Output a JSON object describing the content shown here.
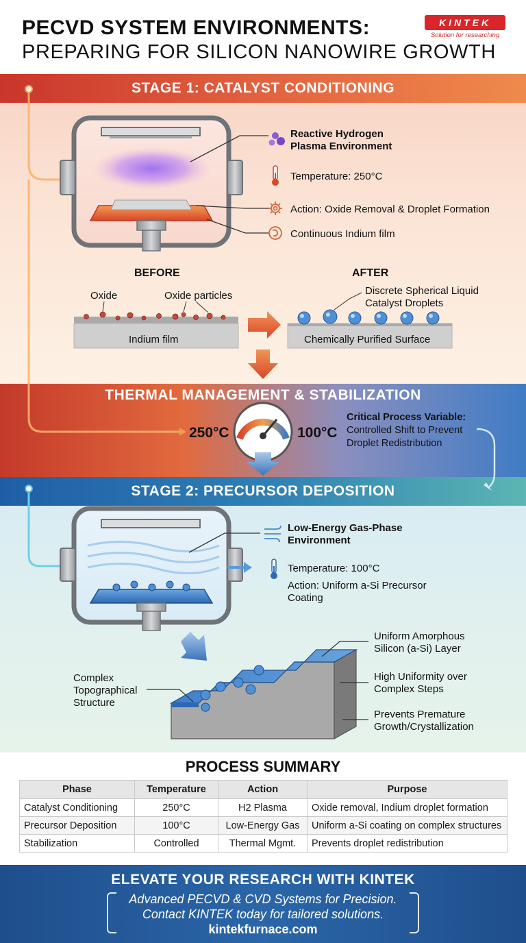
{
  "header": {
    "title_line1": "PECVD SYSTEM ENVIRONMENTS:",
    "title_line2": "PREPARING FOR SILICON NANOWIRE GROWTH",
    "logo_text": "KINTEK",
    "logo_tagline": "Solution for researching"
  },
  "stage1": {
    "banner": "STAGE 1: CATALYST CONDITIONING",
    "labels": {
      "plasma_line1": "Reactive Hydrogen",
      "plasma_line2": "Plasma Environment",
      "temperature": "Temperature: 250°C",
      "action": "Action: Oxide Removal & Droplet Formation",
      "film": "Continuous Indium film"
    },
    "before": {
      "heading": "BEFORE",
      "oxide": "Oxide",
      "oxide_particles": "Oxide particles",
      "film": "Indium film"
    },
    "after": {
      "heading": "AFTER",
      "droplets_line1": "Discrete Spherical Liquid",
      "droplets_line2": "Catalyst Droplets",
      "surface": "Chemically Purified Surface"
    }
  },
  "thermal": {
    "title": "THERMAL MANAGEMENT & STABILIZATION",
    "temp_from": "250°C",
    "temp_to": "100°C",
    "critical_label": "Critical Process Variable:",
    "critical_line2": "Controlled Shift to Prevent",
    "critical_line3": "Droplet Redistribution"
  },
  "stage2": {
    "banner": "STAGE 2: PRECURSOR DEPOSITION",
    "labels": {
      "gas_line1": "Low-Energy Gas-Phase",
      "gas_line2": "Environment",
      "temperature": "Temperature: 100°C",
      "action_line1": "Action: Uniform a-Si Precursor",
      "action_line2": "Coating",
      "layer_line1": "Uniform Amorphous",
      "layer_line2": "Silicon (a-Si) Layer",
      "uniformity_line1": "High Uniformity over",
      "uniformity_line2": "Complex Steps",
      "prevents_line1": "Prevents Premature",
      "prevents_line2": "Growth/Crystallization",
      "topo_line1": "Complex",
      "topo_line2": "Topographical",
      "topo_line3": "Structure"
    }
  },
  "summary": {
    "title": "PROCESS SUMMARY",
    "columns": [
      "Phase",
      "Temperature",
      "Action",
      "Purpose"
    ],
    "rows": [
      [
        "Catalyst Conditioning",
        "250°C",
        "H2 Plasma",
        "Oxide removal, Indium droplet formation"
      ],
      [
        "Precursor Deposition",
        "100°C",
        "Low-Energy Gas",
        "Uniform a-Si coating on complex structures"
      ],
      [
        "Stabilization",
        "Controlled",
        "Thermal Mgmt.",
        "Prevents droplet redistribution"
      ]
    ]
  },
  "footer": {
    "title": "ELEVATE YOUR RESEARCH WITH KINTEK",
    "line1": "Advanced PECVD & CVD Systems for Precision.",
    "line2": "Contact KINTEK today for tailored solutions.",
    "url": "kintekfurnace.com"
  },
  "colors": {
    "brand_red": "#d9262a",
    "stage1_accent": "#e2623f",
    "stage2_accent": "#2f7fb5",
    "footer_blue": "#1f4e8c"
  }
}
